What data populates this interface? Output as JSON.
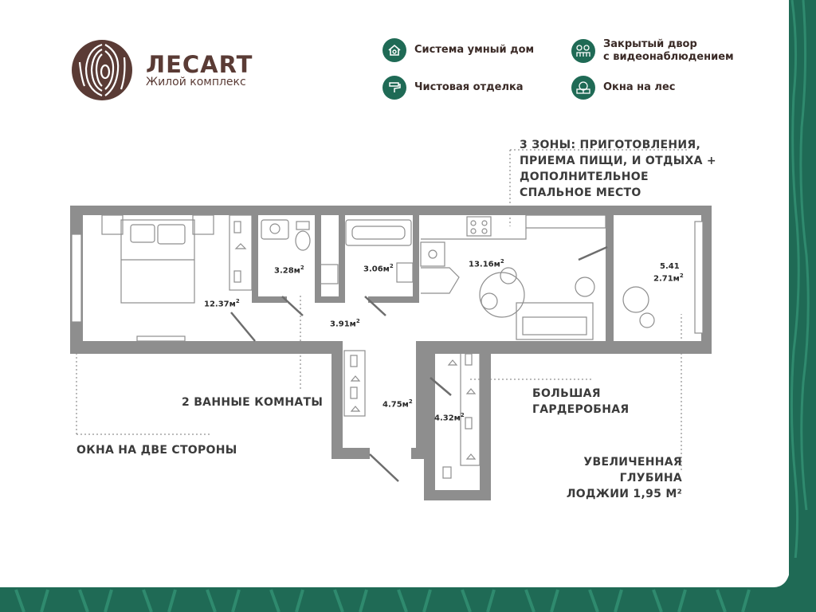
{
  "brand": {
    "title": "ЛЕСART",
    "subtitle": "Жилой комплекс"
  },
  "features": [
    {
      "label": "Система умный дом",
      "icon": "smart-home-icon"
    },
    {
      "label": "Чистовая отделка",
      "icon": "paint-roller-icon"
    },
    {
      "label_line1": "Закрытый двор",
      "label_line2": "с видеонаблюдением",
      "icon": "courtyard-icon"
    },
    {
      "label": "Окна на лес",
      "icon": "forest-window-icon"
    }
  ],
  "notes": {
    "zones": [
      "3 ЗОНЫ: ПРИГОТОВЛЕНИЯ,",
      "ПРИЕМА ПИЩИ, И ОТДЫХА +",
      "ДОПОЛНИТЕЛЬНОЕ",
      "СПАЛЬНОЕ МЕСТО"
    ],
    "bathrooms": "2 ВАННЫЕ КОМНАТЫ",
    "windows": "ОКНА НА ДВЕ СТОРОНЫ",
    "wardrobe": [
      "БОЛЬШАЯ",
      "ГАРДЕРОБНАЯ"
    ],
    "loggia": [
      "УВЕЛИЧЕННАЯ ГЛУБИНА",
      "ЛОДЖИИ 1,95 М²"
    ]
  },
  "rooms": {
    "bedroom": "12.37м",
    "bath1": "3.28м",
    "bath2": "3.06м",
    "kitchen": "13.16м",
    "loggia_a": "5.41",
    "loggia_b": "2.71м",
    "hall": "3.91м",
    "corridor": "4.75м",
    "wardrobe": "4.32м",
    "unit_sup": "2"
  },
  "colors": {
    "brand_green": "#1f6a55",
    "wall": "#8e8e8e",
    "brand_brown": "#5a3b35"
  }
}
